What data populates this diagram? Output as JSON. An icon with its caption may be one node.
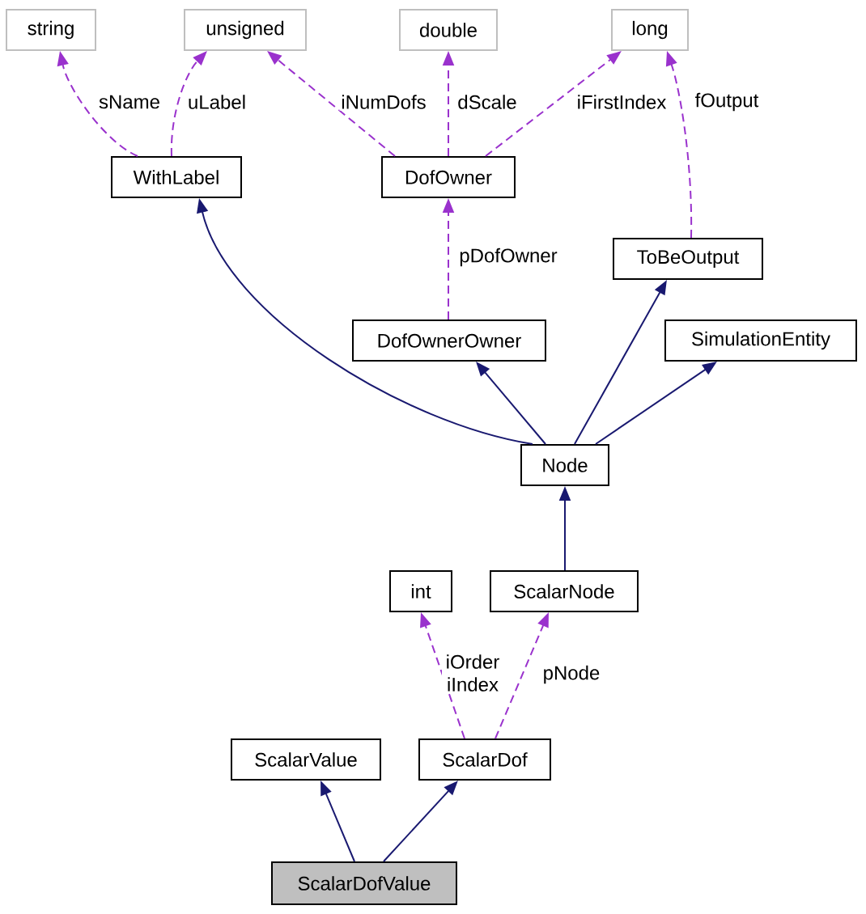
{
  "diagram": {
    "nodes": [
      {
        "text": [
          "string"
        ]
      },
      {
        "text": [
          "unsigned"
        ]
      },
      {
        "text": [
          "double"
        ]
      },
      {
        "text": [
          "long"
        ]
      },
      {
        "text": [
          "WithLabel"
        ]
      },
      {
        "text": [
          "DofOwner"
        ]
      },
      {
        "text": [
          "DofOwnerOwner"
        ]
      },
      {
        "text": [
          "ToBeOutput"
        ]
      },
      {
        "text": [
          "SimulationEntity"
        ]
      },
      {
        "text": [
          "Node"
        ]
      },
      {
        "text": [
          "int"
        ]
      },
      {
        "text": [
          "ScalarNode"
        ]
      },
      {
        "text": [
          "ScalarValue"
        ]
      },
      {
        "text": [
          "ScalarDof"
        ]
      },
      {
        "text": [
          "ScalarDofValue"
        ]
      }
    ],
    "edges": [
      {
        "from": 4,
        "to": 0,
        "arrow": "to",
        "label": "sName",
        "style": "dashed"
      },
      {
        "from": 4,
        "to": 1,
        "arrow": "to",
        "label": "uLabel",
        "style": "dashed"
      },
      {
        "from": 5,
        "to": 1,
        "arrow": "to",
        "label": "iNumDofs",
        "style": "dashed"
      },
      {
        "from": 5,
        "to": 2,
        "arrow": "to",
        "label": "dScale",
        "style": "dashed"
      },
      {
        "from": 5,
        "to": 3,
        "arrow": "to",
        "label": "iFirstIndex",
        "style": "dashed"
      },
      {
        "from": 7,
        "to": 3,
        "arrow": "to",
        "label": "fOutput",
        "style": "dashed"
      },
      {
        "from": 6,
        "to": 5,
        "arrow": "to",
        "label": "pDofOwner",
        "style": "dashed"
      },
      {
        "from": 9,
        "to": 4,
        "arrow": "to",
        "color": "#191970"
      },
      {
        "from": 9,
        "to": 6,
        "arrow": "to",
        "color": "#191970"
      },
      {
        "from": 9,
        "to": 7,
        "arrow": "to",
        "color": "#191970"
      },
      {
        "from": 9,
        "to": 8,
        "arrow": "to",
        "color": "#191970"
      },
      {
        "from": 11,
        "to": 9,
        "arrow": "to",
        "color": "#191970"
      },
      {
        "from": 13,
        "to": 10,
        "arrow": "to",
        "label": "iOrder iIndex",
        "style": "dashed"
      },
      {
        "from": 13,
        "to": 11,
        "arrow": "to",
        "label": "pNode",
        "style": "dashed"
      },
      {
        "from": 14,
        "to": 12,
        "arrow": "to",
        "color": "#191970"
      },
      {
        "from": 14,
        "to": 13,
        "arrow": "to",
        "color": "#191970"
      }
    ]
  }
}
